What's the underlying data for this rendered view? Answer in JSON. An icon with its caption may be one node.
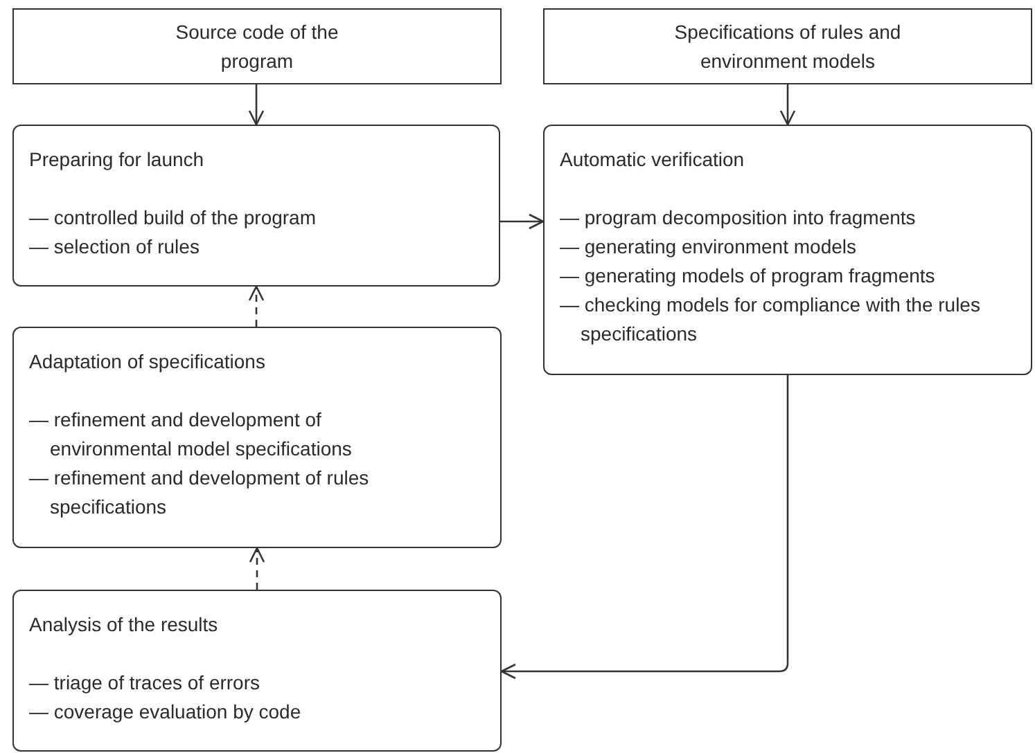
{
  "diagram": {
    "nodes": [
      {
        "text": [
          "Source code of the program"
        ]
      },
      {
        "text": [
          "Specifications of rules and environment models"
        ]
      },
      {
        "text": [
          "Preparing for launch",
          "— controlled build of the program",
          "— selection of rules"
        ]
      },
      {
        "text": [
          "Automatic verification",
          "— program decomposition into fragments",
          "— generating environment models",
          "— generating models of program fragments",
          "— checking models for compliance with the rules specifications"
        ]
      },
      {
        "text": [
          "Adaptation of specifications",
          "— refinement and development of environmental model specifications",
          "— refinement and development of rules specifications"
        ]
      },
      {
        "text": [
          "Analysis of the results",
          "— triage of traces of errors",
          "— coverage evaluation by code"
        ]
      }
    ],
    "edges": [
      {
        "from": 0,
        "to": 2,
        "arrow": "to"
      },
      {
        "from": 1,
        "to": 3,
        "arrow": "to"
      },
      {
        "from": 2,
        "to": 3,
        "arrow": "to"
      },
      {
        "from": 4,
        "to": 2,
        "arrow": "to",
        "style": "dashed"
      },
      {
        "from": 5,
        "to": 4,
        "arrow": "to",
        "style": "dashed"
      },
      {
        "from": 3,
        "to": 5,
        "arrow": "to"
      }
    ]
  }
}
